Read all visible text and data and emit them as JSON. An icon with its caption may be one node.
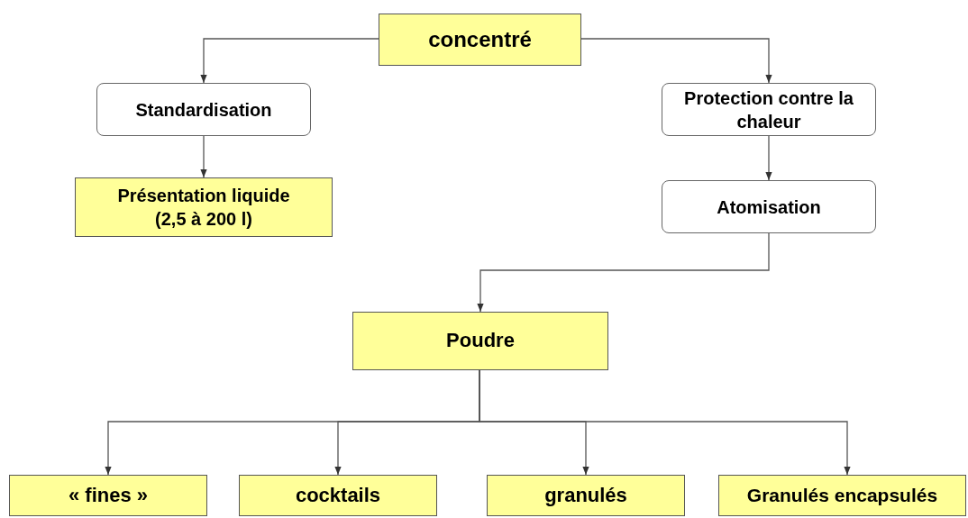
{
  "diagram": {
    "nodes": [
      {
        "text": [
          "concentré"
        ]
      },
      {
        "text": [
          "Standardisation"
        ]
      },
      {
        "text": [
          "Présentation liquide (2,5 à 200 l)"
        ]
      },
      {
        "text": [
          "Protection contre la chaleur"
        ]
      },
      {
        "text": [
          "Atomisation"
        ]
      },
      {
        "text": [
          "Poudre"
        ]
      },
      {
        "text": [
          "« fines »"
        ]
      },
      {
        "text": [
          "cocktails"
        ]
      },
      {
        "text": [
          "granulés"
        ]
      },
      {
        "text": [
          "Granulés encapsulés"
        ]
      }
    ],
    "edges": [
      {
        "from": 0,
        "to": 1,
        "arrow": "to"
      },
      {
        "from": 0,
        "to": 3,
        "arrow": "to"
      },
      {
        "from": 1,
        "to": 2,
        "arrow": "to"
      },
      {
        "from": 3,
        "to": 4,
        "arrow": "to"
      },
      {
        "from": 4,
        "to": 5,
        "arrow": "to"
      },
      {
        "from": 5,
        "to": 6,
        "arrow": "to"
      },
      {
        "from": 5,
        "to": 7,
        "arrow": "to"
      },
      {
        "from": 5,
        "to": 8,
        "arrow": "to"
      },
      {
        "from": 5,
        "to": 9,
        "arrow": "to"
      }
    ]
  }
}
